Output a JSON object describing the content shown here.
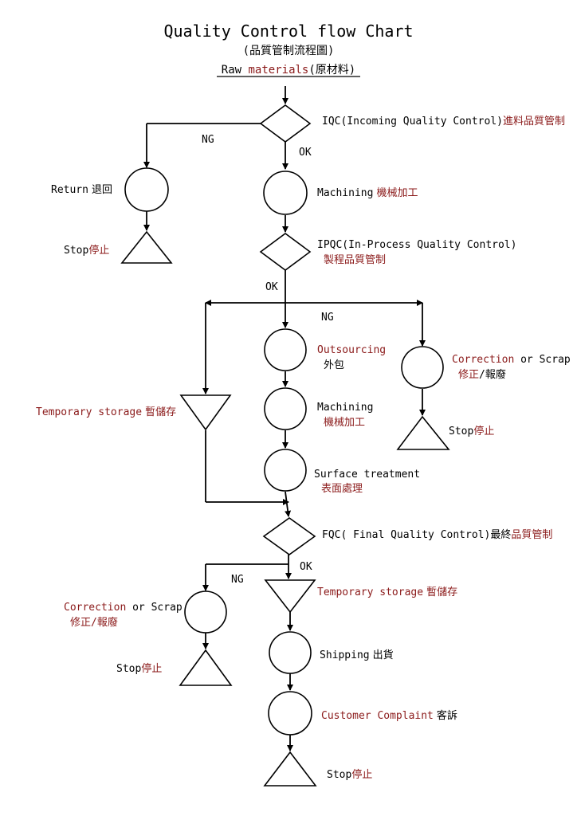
{
  "header": {
    "title": "Quality Control flow Chart",
    "subtitle": "(品質管制流程圖)",
    "raw_prefix": "Raw ",
    "raw_materials": "materials",
    "raw_suffix": "(原材料)"
  },
  "nodes": {
    "iqc_en": "IQC(Incoming Quality Control)",
    "iqc_zh": "進料品質管制",
    "ng1": "NG",
    "ok1": "OK",
    "return_en": "Return",
    "return_zh": "退回",
    "stop1_en": "Stop",
    "stop1_zh": "停止",
    "machining1_en": "Machining",
    "machining1_zh": "機械加工",
    "ipqc_en": "IPQC(In-Process Quality Control)",
    "ipqc_zh": "製程品質管制",
    "ok2": "OK",
    "ng2": "NG",
    "outsourcing_en": "Outsourcing",
    "outsourcing_zh": "外包",
    "correction1_en": "Correction",
    "correction1_or": " or Scrap",
    "correction1_zh_a": "修正",
    "correction1_zh_b": "/報廢",
    "stop2_en": "Stop",
    "stop2_zh": "停止",
    "temp1_en": "Temporary storage",
    "temp1_zh": "暫儲存",
    "machining2_en": "Machining",
    "machining2_zh": "機械加工",
    "surface_en": "Surface treatment",
    "surface_zh": "表面處理",
    "fqc_en": "FQC( Final Quality Control)",
    "fqc_zh_a": "最終",
    "fqc_zh_b": "品質管制",
    "ok3": "OK",
    "ng3": "NG",
    "correction2_en": "Correction",
    "correction2_or": " or Scrap",
    "correction2_zh": "修正/報廢",
    "stop3_en": "Stop",
    "stop3_zh": "停止",
    "temp2_en": "Temporary storage",
    "temp2_zh": "暫儲存",
    "shipping_en": "Shipping",
    "shipping_zh": "出貨",
    "complaint_en": "Customer Complaint",
    "complaint_zh": "客訴",
    "stop4_en": "Stop",
    "stop4_zh": "停止"
  },
  "colors": {
    "accent_red": "#8b1a1a",
    "line": "#000000"
  }
}
